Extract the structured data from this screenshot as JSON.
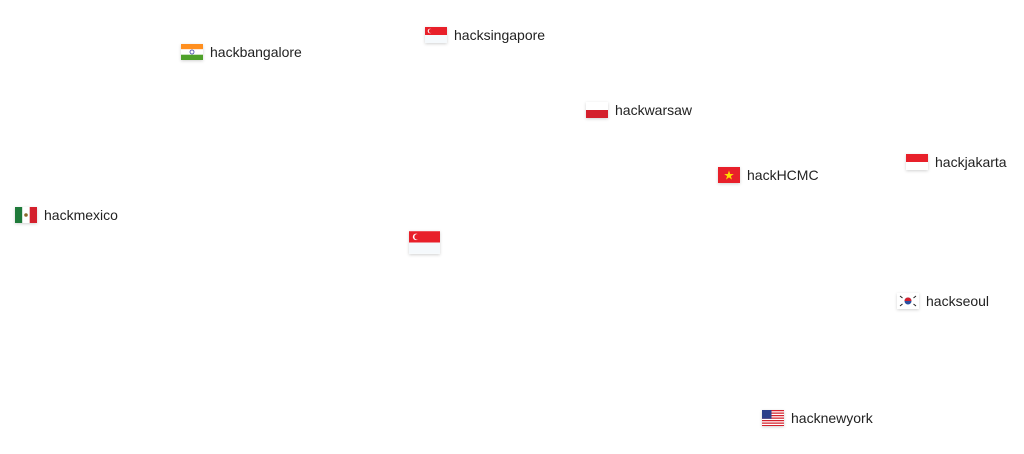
{
  "locations": [
    {
      "label": "hackbangalore",
      "flag": "india-flag"
    },
    {
      "label": "hacksingapore",
      "flag": "singapore-flag"
    },
    {
      "label": "hackwarsaw",
      "flag": "poland-flag"
    },
    {
      "label": "hackHCMC",
      "flag": "vietnam-flag"
    },
    {
      "label": "hackjakarta",
      "flag": "indonesia-flag"
    },
    {
      "label": "hackmexico",
      "flag": "mexico-flag"
    },
    {
      "label": "hackseoul",
      "flag": "korea-flag"
    },
    {
      "label": "hacknewyork",
      "flag": "usa-flag"
    }
  ],
  "colors": {
    "text": "#222222",
    "red": "#e8202a",
    "saffron": "#ff8f1f",
    "green": "#4fa12b"
  }
}
